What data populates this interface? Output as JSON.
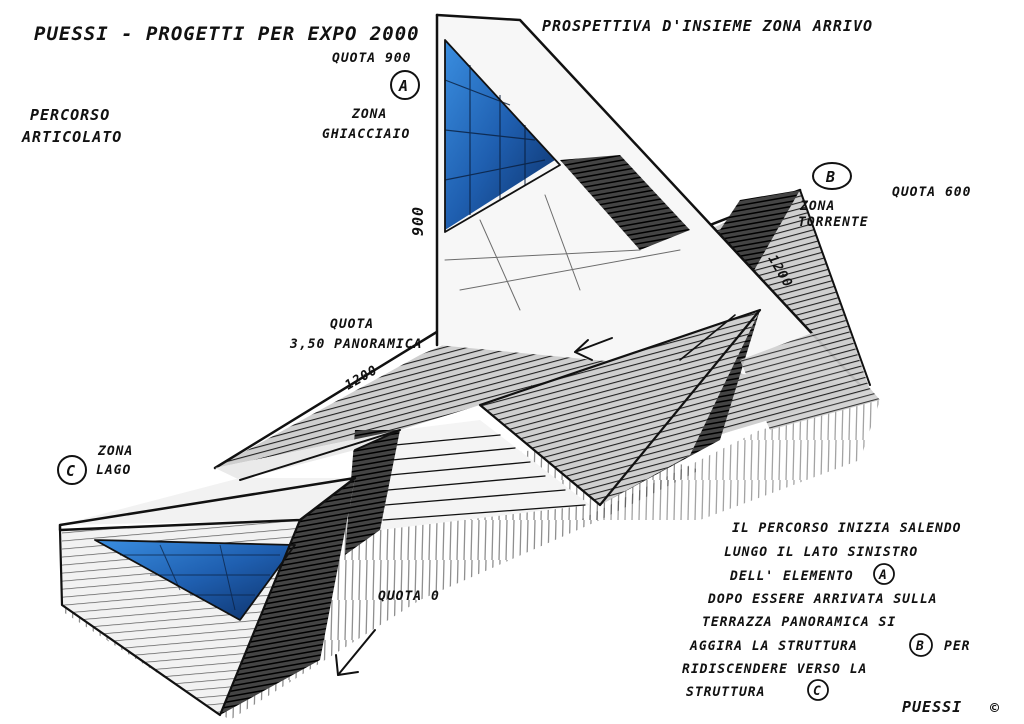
{
  "title": "PUESSI - PROGETTI PER EXPO 2000",
  "view_title": "PROSPETTIVA D'INSIEME ZONA ARRIVO",
  "route_label": [
    "PERCORSO",
    "ARTICOLATO"
  ],
  "point_a": {
    "marker": "A",
    "elevation": "QUOTA 900",
    "zone": [
      "ZONA",
      "GHIACCIAIO"
    ],
    "height_dim": "900"
  },
  "point_b": {
    "marker": "B",
    "zone": [
      "ZONA",
      "TORRENTE"
    ],
    "elevation": "QUOTA 600",
    "length_dim": "1200"
  },
  "point_c": {
    "marker": "C",
    "zone": [
      "ZONA",
      "LAGO"
    ]
  },
  "panoramic": [
    "QUOTA",
    "3,50 PANORAMICA"
  ],
  "base_dim": "1200",
  "ground_level": "QUOTA 0",
  "description": [
    "IL PERCORSO INIZIA SALENDO",
    "LUNGO IL LATO SINISTRO",
    "DELL' ELEMENTO",
    "DOPO ESSERE ARRIVATA SULLA",
    "TERRAZZA PANORAMICA SI",
    "AGGIRA LA STRUTTURA",
    "PER",
    "RIDISCENDERE VERSO LA",
    "STRUTTURA"
  ],
  "signature": "PUESSI",
  "copyright_symbol": "©",
  "colors": {
    "ink": "#111111",
    "glass_blue": "#1f5fb0",
    "paper": "#ffffff"
  }
}
